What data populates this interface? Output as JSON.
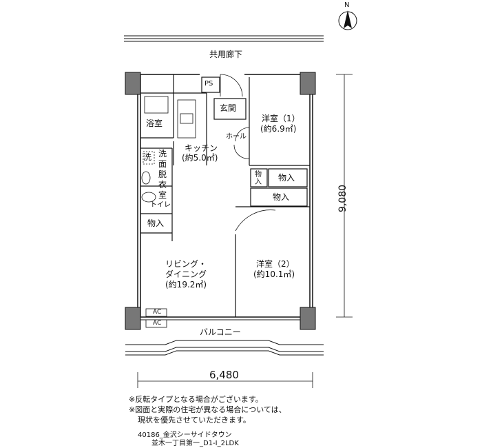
{
  "plan": {
    "corridor_label": "共用廊下",
    "balcony_label": "バルコニー",
    "north_label": "N",
    "rooms": {
      "ps": "PS",
      "entrance": "玄関",
      "bath": "浴室",
      "kitchen_name": "キッチン",
      "kitchen_size": "(約5.0㎡)",
      "hall": "ホール",
      "western1_name": "洋室（1）",
      "western1_size": "(約6.9㎡)",
      "wash_mark": "洗",
      "dressing": "洗面脱衣室",
      "closet_small": "物入",
      "closet_a": "物入",
      "closet_b": "物入",
      "closet_c": "物入",
      "toilet": "トイレ",
      "living_line1": "リビング・",
      "living_line2": "ダイニング",
      "living_size": "(約19.2㎡)",
      "western2_name": "洋室（2）",
      "western2_size": "(約10.1㎡)",
      "ac1": "AC",
      "ac2": "AC"
    },
    "dimensions": {
      "width": "6,480",
      "height": "9,080"
    }
  },
  "notes": {
    "line1": "※反転タイプとなる場合がございます。",
    "line2": "※図面と実際の住宅が異なる場合については、",
    "line3": "現状を優先させていただきます。",
    "caption1": "40186_金沢シーサイドタウン",
    "caption2": "並木一丁目第一_D1-I_2LDK"
  }
}
